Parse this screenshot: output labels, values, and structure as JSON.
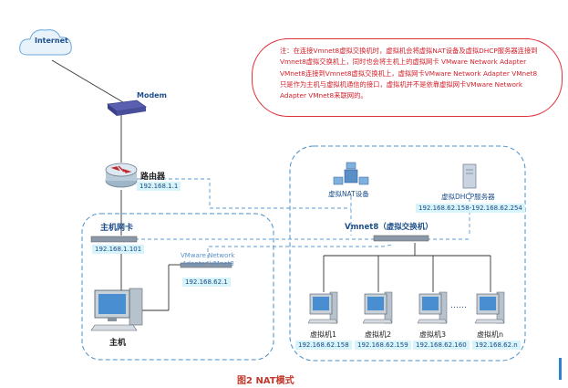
{
  "note": "注：在连接Vmnet8虚拟交换机时，虚拟机会将虚拟NAT设备及虚拟DHCP服务器连接到Vmnet8虚拟交换机上，同时也会将主机上的虚拟网卡 VMware Network Adapter VMnet8连接到Vmnet8虚拟交换机上，虚拟网卡VMware Network Adapter VMnet8只是作为主机与虚拟机通信的接口，虚拟机并不是依靠虚拟网卡VMware Network Adapter VMnet8来联网的。",
  "internet": "Internet",
  "modem": "Modem",
  "router": {
    "label": "路由器",
    "ip": "192.168.1.1"
  },
  "host_nic": {
    "label": "主机网卡",
    "ip": "192.168.1.101"
  },
  "vmnet8_adapter": {
    "label_line1": "VMware Network",
    "label_line2": "Adapter VMnet8",
    "ip": "192.168.62.1"
  },
  "host": {
    "label": "主机"
  },
  "nat": {
    "label": "虚拟NAT设备"
  },
  "dhcp": {
    "label": "虚拟DHCP服务器",
    "ip": "192.168.62.158-192.168.62.254"
  },
  "vswitch": {
    "label": "Vmnet8（虚拟交换机）"
  },
  "vms": [
    {
      "label": "虚拟机1",
      "ip": "192.168.62.158"
    },
    {
      "label": "虚拟机2",
      "ip": "192.168.62.159"
    },
    {
      "label": "虚拟机3",
      "ip": "192.168.62.160"
    },
    {
      "label": "虚拟机n",
      "ip": "192.168.62.n"
    }
  ],
  "ellipsis": "……",
  "caption": "图2  NAT模式"
}
